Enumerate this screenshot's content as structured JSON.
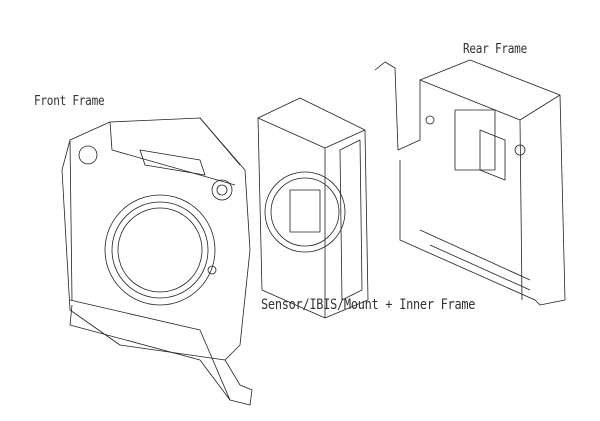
{
  "labels": {
    "front_frame": "Front Frame",
    "rear_frame": "Rear Frame",
    "inner_frame": "Sensor/IBIS/Mount + Inner Frame"
  }
}
